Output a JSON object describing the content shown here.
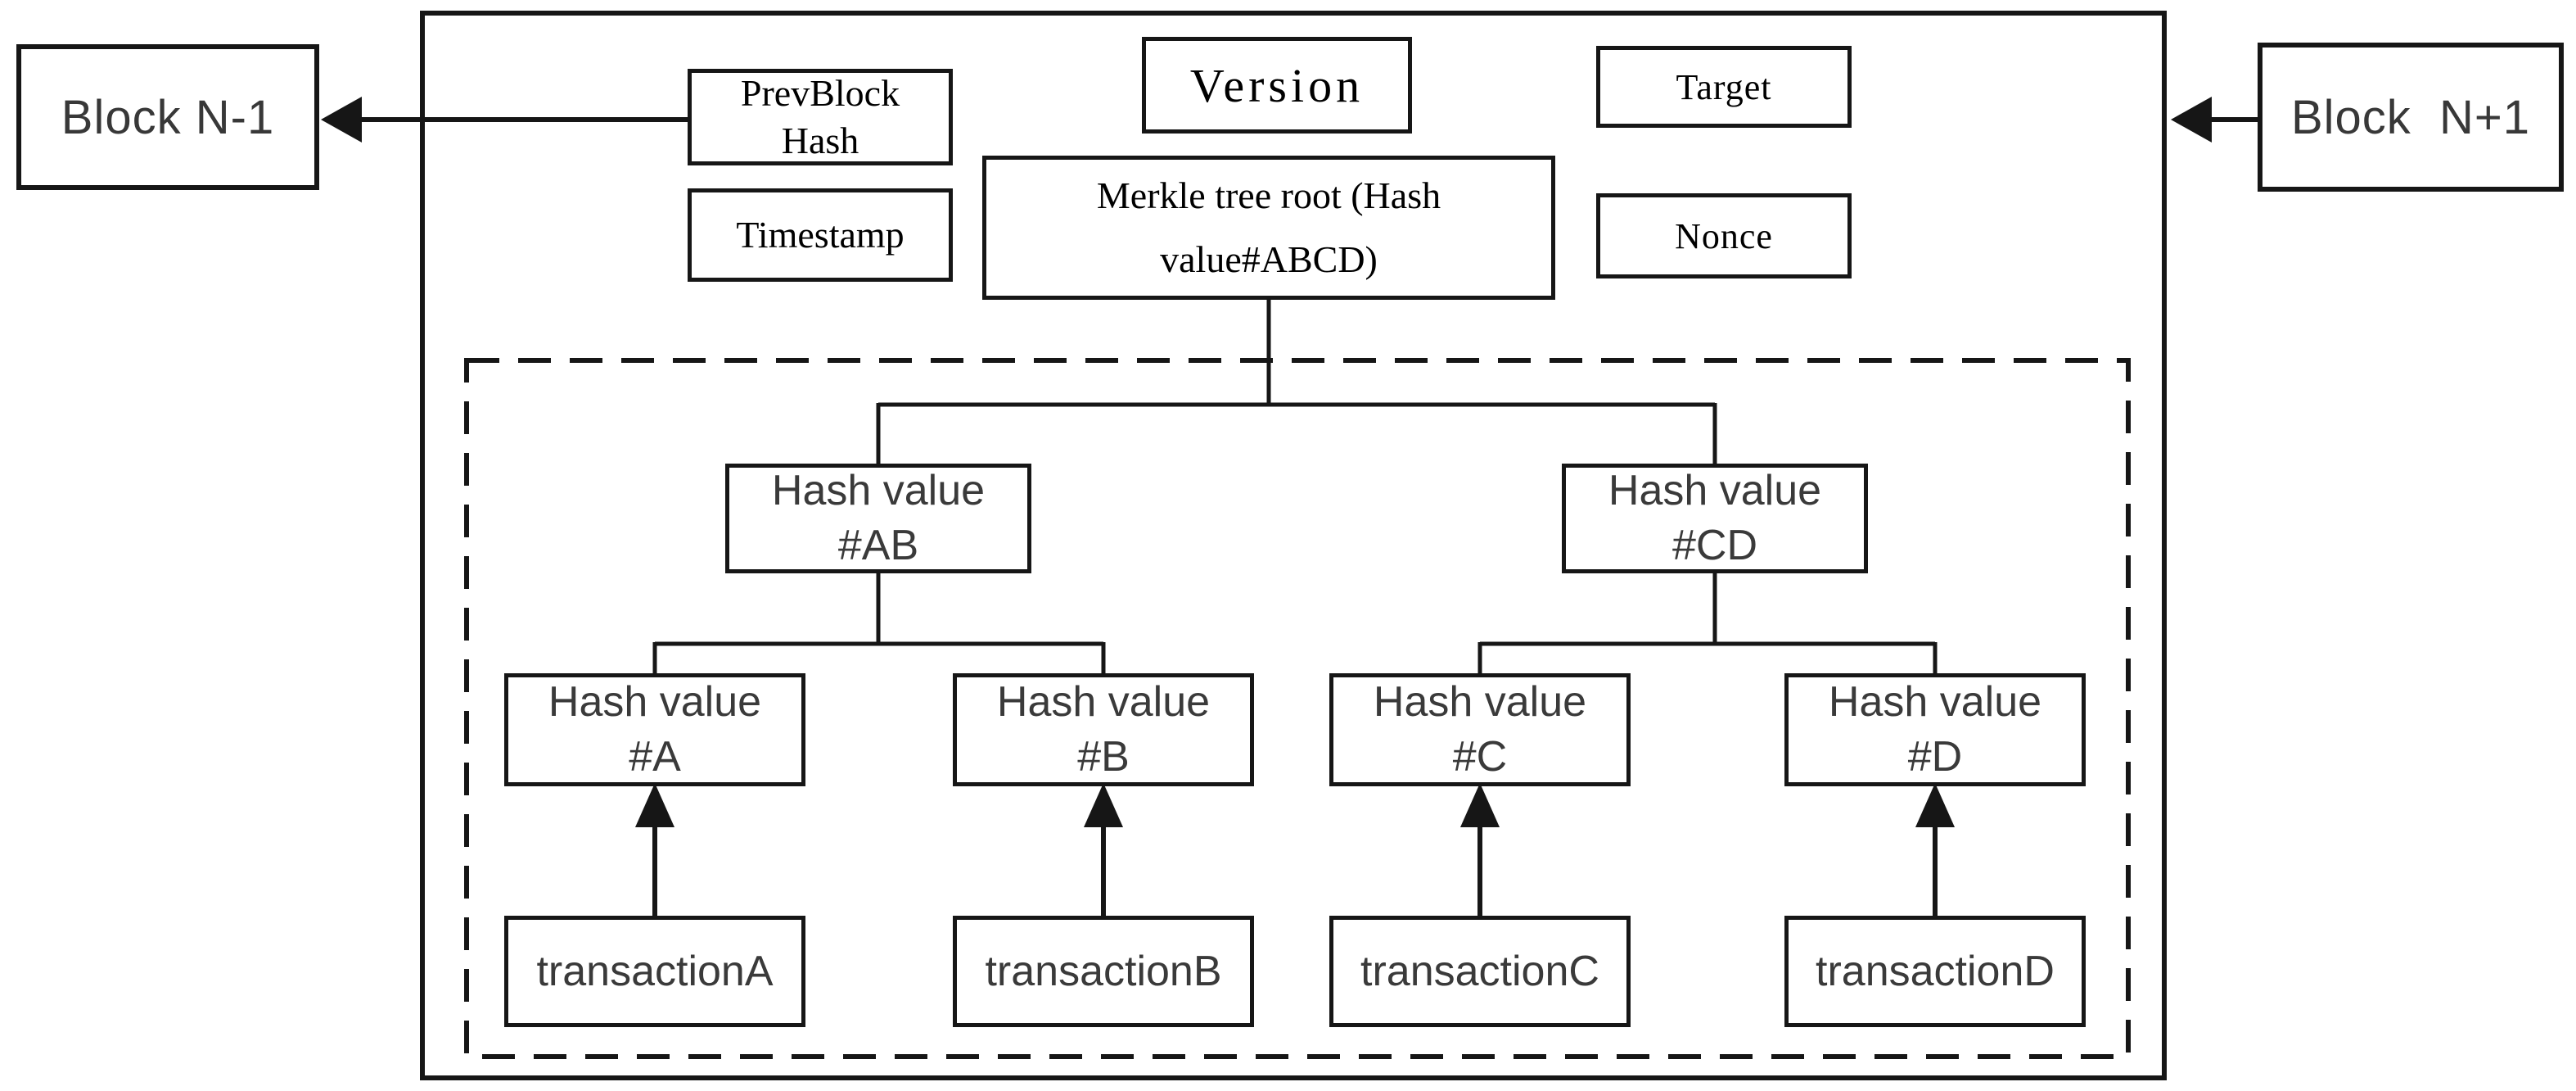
{
  "blocks": {
    "prev_label": "Block N-1",
    "next_label": "Block  N+1"
  },
  "block_header": {
    "prev_block_hash": {
      "line1": "PrevBlock",
      "line2": "Hash"
    },
    "timestamp": "Timestamp",
    "version": "Version",
    "target": "Target",
    "nonce": "Nonce",
    "merkle_root": {
      "line1": "Merkle tree root (Hash",
      "line2": "value#ABCD)"
    }
  },
  "merkle_tree": {
    "level1": [
      {
        "line1": "Hash value",
        "line2": "#AB"
      },
      {
        "line1": "Hash value",
        "line2": "#CD"
      }
    ],
    "level2": [
      {
        "line1": "Hash value",
        "line2": "#A"
      },
      {
        "line1": "Hash value",
        "line2": "#B"
      },
      {
        "line1": "Hash value",
        "line2": "#C"
      },
      {
        "line1": "Hash value",
        "line2": "#D"
      }
    ],
    "transactions": [
      "transactionA",
      "transactionB",
      "transactionC",
      "transactionD"
    ]
  },
  "colors": {
    "line": "#161616",
    "sans_text": "#3a3a3a",
    "serif_text": "#000000",
    "background": "#ffffff"
  }
}
